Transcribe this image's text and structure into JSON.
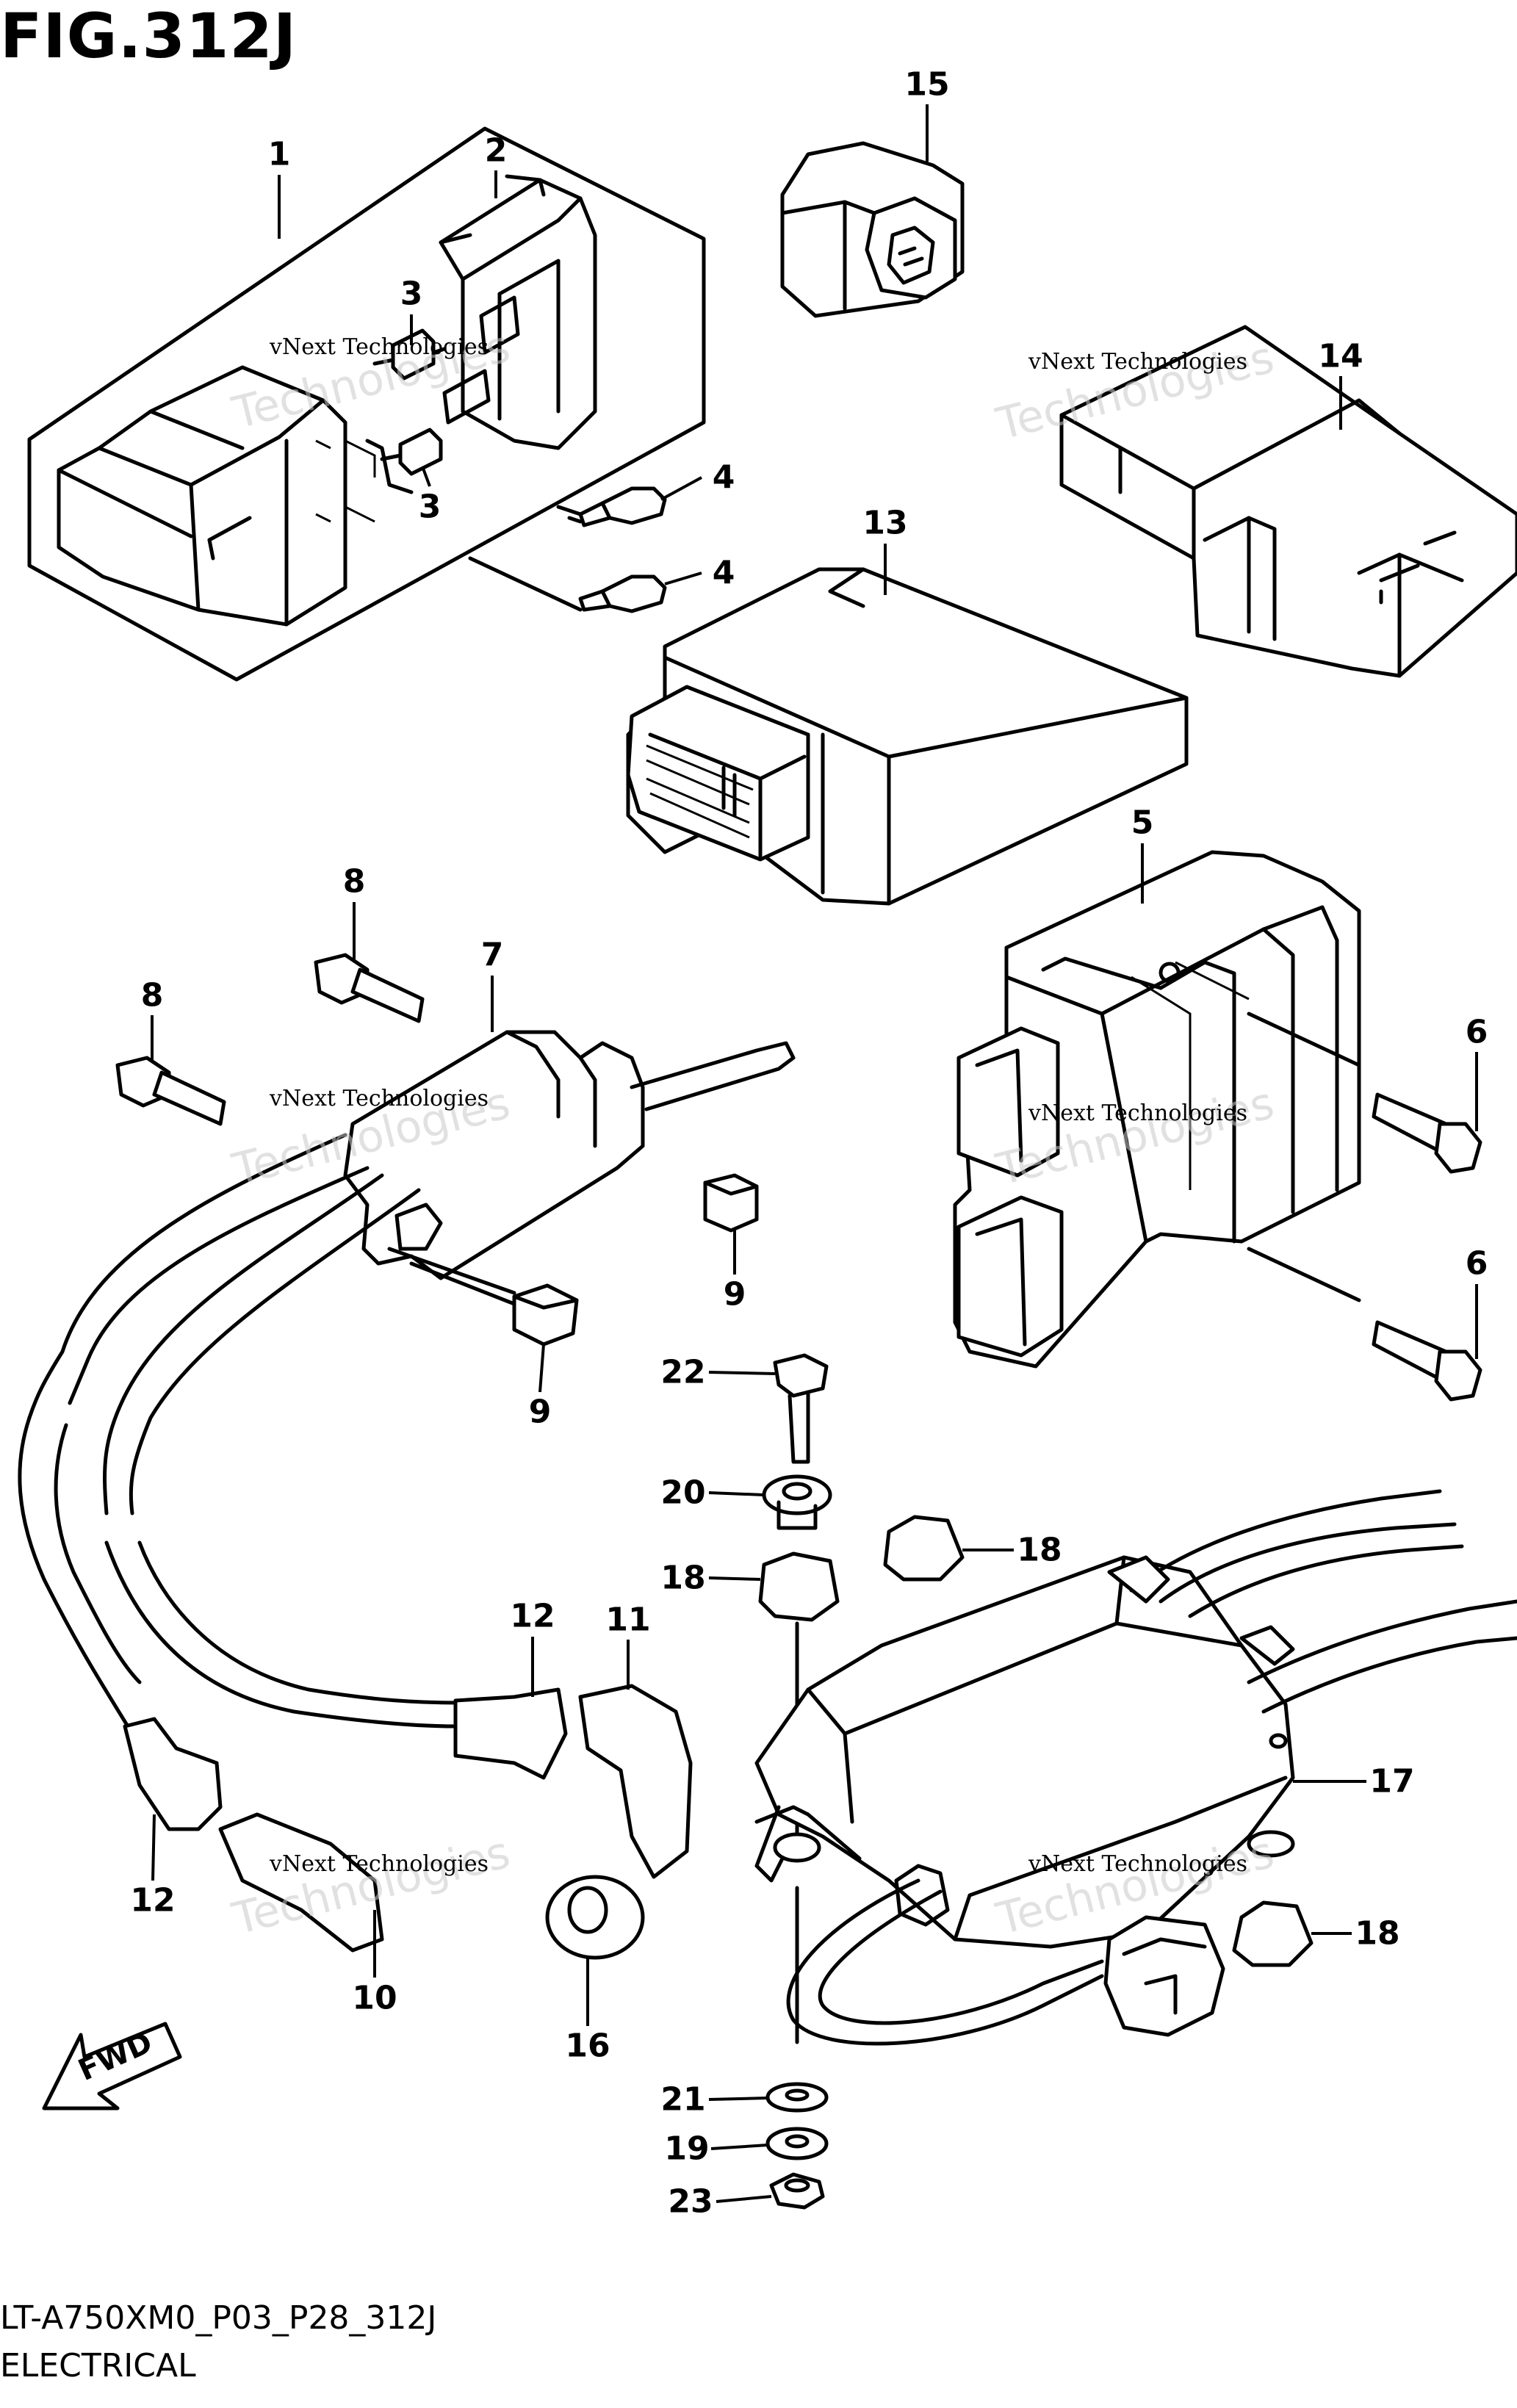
{
  "figure": {
    "title": "FIG.312J",
    "code": "LT-A750XM0_P03_P28_312J",
    "name": "ELECTRICAL"
  },
  "callouts": [
    "1",
    "2",
    "3",
    "3",
    "4",
    "4",
    "5",
    "6",
    "6",
    "7",
    "8",
    "8",
    "9",
    "9",
    "10",
    "11",
    "12",
    "12",
    "13",
    "14",
    "15",
    "16",
    "17",
    "18",
    "18",
    "18",
    "19",
    "20",
    "21",
    "22",
    "23"
  ],
  "fwd_label": "FWD",
  "watermark": {
    "text": "vNext Technologies",
    "big_text": "Technologies"
  }
}
